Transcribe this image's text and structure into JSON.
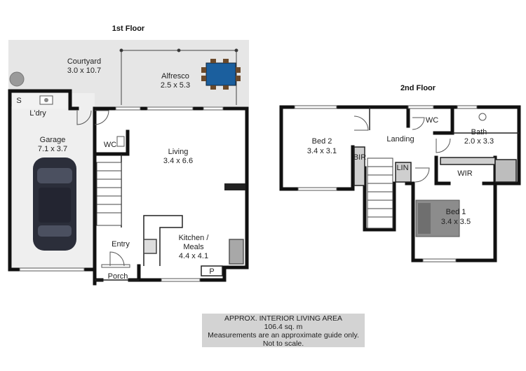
{
  "floors": [
    {
      "title": "1st Floor"
    },
    {
      "title": "2nd Floor"
    }
  ],
  "rooms": {
    "courtyard": {
      "name": "Courtyard",
      "dims": "3.0 x 10.7"
    },
    "alfresco": {
      "name": "Alfresco",
      "dims": "2.5 x 5.3"
    },
    "laundry": {
      "name": "L'dry"
    },
    "shower_s": {
      "name": "S"
    },
    "garage": {
      "name": "Garage",
      "dims": "7.1 x 3.7"
    },
    "wc1": {
      "name": "WC"
    },
    "living": {
      "name": "Living",
      "dims": "3.4 x 6.6"
    },
    "kitchen": {
      "name": "Kitchen /",
      "name2": "Meals",
      "dims": "4.4 x 4.1"
    },
    "entry": {
      "name": "Entry"
    },
    "porch": {
      "name": "Porch"
    },
    "pantry": {
      "name": "P"
    },
    "bed2": {
      "name": "Bed 2",
      "dims": "3.4 x 3.1"
    },
    "bir": {
      "name": "BIR"
    },
    "landing": {
      "name": "Landing"
    },
    "lin": {
      "name": "LIN"
    },
    "wc2": {
      "name": "WC"
    },
    "bath": {
      "name": "Bath",
      "dims": "2.0 x 3.3"
    },
    "wir": {
      "name": "WIR"
    },
    "bed1": {
      "name": "Bed 1",
      "dims": "3.4 x 3.5"
    }
  },
  "area_note": {
    "line1": "APPROX. INTERIOR LIVING AREA",
    "line2": "106.4 sq. m",
    "line3": "Measurements are an approximate guide only.",
    "line4": "Not to scale."
  },
  "colors": {
    "wall": "#111111",
    "outdoor": "#e6e6e6",
    "floor": "#ffffff",
    "stair_fill": "#ffffff",
    "note_bg": "#d3d3d3",
    "table": "#1b5f9e",
    "car": "#2b2e3a",
    "bed": "#8c8c8c"
  }
}
